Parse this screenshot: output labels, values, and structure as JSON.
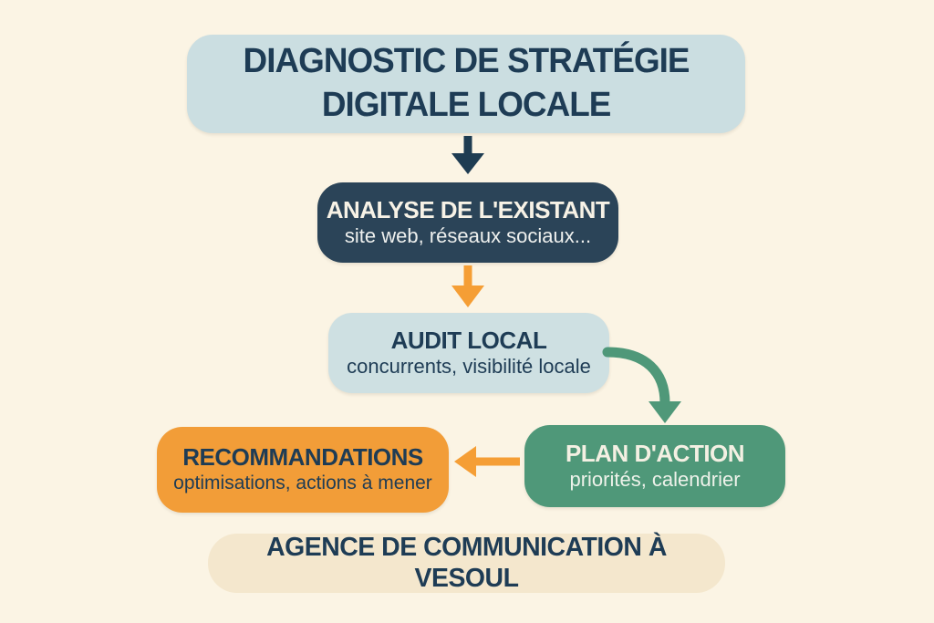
{
  "background_color": "#fbf4e4",
  "diagram": {
    "title_box": {
      "line1": "DIAGNOSTIC DE STRATÉGIE",
      "line2": "DIGITALE LOCALE",
      "bg": "#cbdee1",
      "text_color": "#1e3c55"
    },
    "nodes": [
      {
        "id": "analyse",
        "title": "ANALYSE DE L'EXISTANT",
        "subtitle": "site web, réseaux sociaux...",
        "bg": "#2b4458",
        "text_color": "#f7f2e6"
      },
      {
        "id": "audit",
        "title": "AUDIT LOCAL",
        "subtitle": "concurrents, visibilité locale",
        "bg": "#cee0e2",
        "text_color": "#1e3c55"
      },
      {
        "id": "plan",
        "title": "PLAN D'ACTION",
        "subtitle": "priorités, calendrier",
        "bg": "#4f9879",
        "text_color": "#f4f0e3"
      },
      {
        "id": "recommandations",
        "title": "RECOMMANDATIONS",
        "subtitle": "optimisations, actions à mener",
        "bg": "#f29d38",
        "text_color": "#1e3c55"
      }
    ],
    "footer_box": {
      "label": "AGENCE DE COMMUNICATION À VESOUL",
      "bg": "#f4e7cd",
      "text_color": "#1e3c55"
    },
    "arrows": [
      {
        "id": "title-to-analyse",
        "direction": "down",
        "color": "#1e3c52"
      },
      {
        "id": "analyse-to-audit",
        "direction": "down",
        "color": "#f59e35"
      },
      {
        "id": "audit-to-plan",
        "direction": "curve-right-down",
        "color": "#4f9879"
      },
      {
        "id": "plan-to-recommandations",
        "direction": "left",
        "color": "#f59e35"
      }
    ]
  }
}
